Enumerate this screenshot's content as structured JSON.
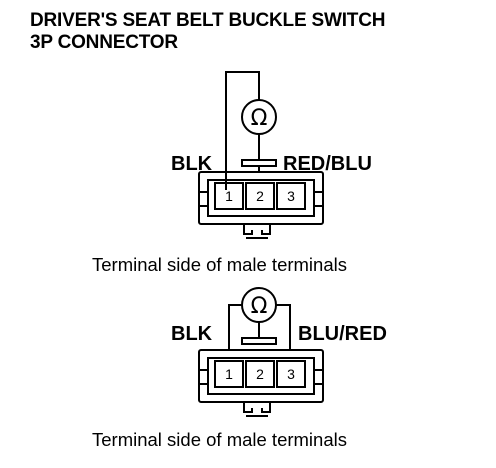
{
  "title": {
    "line1": "DRIVER'S SEAT BELT BUCKLE SWITCH",
    "line2": "3P CONNECTOR"
  },
  "diagrams": [
    {
      "left_label": "BLK",
      "right_label": "RED/BLU",
      "pins": [
        "1",
        "2",
        "3"
      ],
      "meter_symbol": "Ω",
      "caption": "Terminal side of male terminals"
    },
    {
      "left_label": "BLK",
      "right_label": "BLU/RED",
      "pins": [
        "1",
        "2",
        "3"
      ],
      "meter_symbol": "Ω",
      "caption": "Terminal side of male terminals"
    }
  ]
}
